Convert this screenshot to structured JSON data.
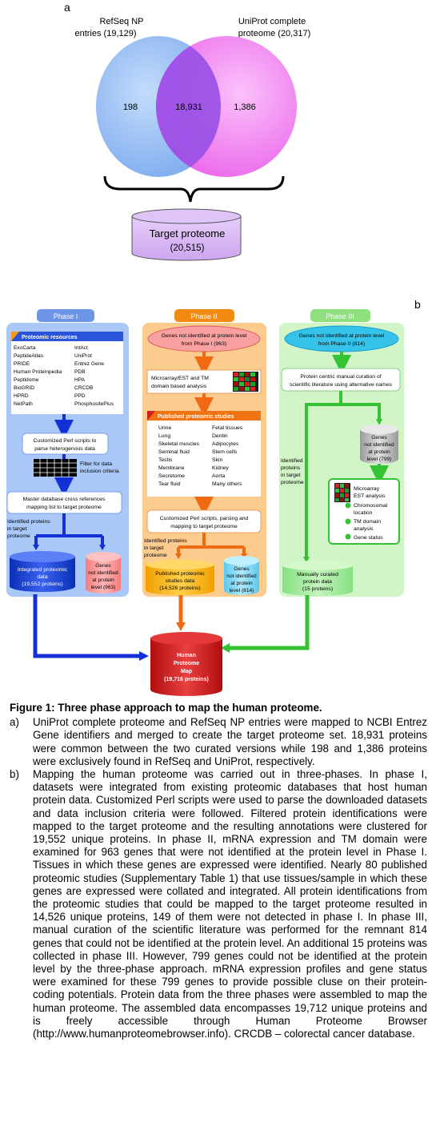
{
  "panel_a": {
    "label": "a",
    "left_set": {
      "line1": "RefSeq NP",
      "line2": "entries (19,129)",
      "exclusive": "198"
    },
    "right_set": {
      "line1": "UniProt complete",
      "line2": "proteome (20,317)",
      "exclusive": "1,386"
    },
    "overlap": "18,931",
    "target": {
      "line1": "Target proteome",
      "line2": "(20,515)"
    },
    "colors": {
      "left": "#8fb8f2",
      "right": "#f07af0",
      "overlap": "#a056e8",
      "target": "#d9b8f2"
    }
  },
  "panel_b": {
    "label": "b",
    "phase1": {
      "title": "Phase I",
      "resources_title": "Proteomic resources",
      "resources_col1": [
        "ExoCarta",
        "PeptideAtlas",
        "PRIDE",
        "Human Proteinpedia",
        "Peptidome",
        "BioGRID",
        "HPRD",
        "NetPath"
      ],
      "resources_col2": [
        "IntAct",
        "UniProt",
        "Entrez Gene",
        "PDB",
        "HPA",
        "CRCDB",
        "PPD",
        "PhosphositePlus"
      ],
      "step1": [
        "Customized Perl scripts to",
        "parse heterogenous data"
      ],
      "filter": [
        "Filter for data",
        "inclusion criteria"
      ],
      "step2": [
        "Master database cross references",
        "mapping list to target proteome"
      ],
      "identified": [
        "Identified proteins",
        "in target",
        "proteome"
      ],
      "db": [
        "Integrated proteomic",
        "data",
        "(19,552 proteins)"
      ],
      "genes": [
        "Genes",
        "not identified",
        "at protein",
        "level (963)"
      ]
    },
    "phase2": {
      "title": "Phase II",
      "top": [
        "Genes not identified at protein level",
        "from Phase I (963)"
      ],
      "step1": [
        "Microarray/EST and TM",
        "domain based analysis"
      ],
      "studies_title": "Published proteomic studies",
      "studies_col1": [
        "Urine",
        "Lung",
        "Skeletal muscles",
        "Seminal fluid",
        "Testis",
        "Membrane",
        "Secretome",
        "Tear fluid"
      ],
      "studies_col2": [
        "Fetal tissues",
        "Dentin",
        "Adipocytes",
        "Stem cells",
        "Skin",
        "Kidney",
        "Aorta",
        "Many others"
      ],
      "step2": [
        "Customized Perl scripts, parsing and",
        "mapping to target proteome"
      ],
      "identified": [
        "Identified proteins",
        "in target",
        "proteome"
      ],
      "db": [
        "Published proteomic",
        "studies data",
        "(14,526 proteins)"
      ],
      "genes": [
        "Genes",
        "not identified",
        "at protein",
        "level (814)"
      ]
    },
    "phase3": {
      "title": "Phase III",
      "top": [
        "Genes not identified at protein level",
        "from Phase II (814)"
      ],
      "step1": [
        "Protein centric manual curation of",
        "scientific literature using alternative names"
      ],
      "genes": [
        "Genes",
        "not identified",
        "at protein",
        "level (799)"
      ],
      "identified": [
        "Identified",
        "proteins",
        "in target",
        "proteome"
      ],
      "analysis": [
        {
          "text": [
            "Microarray",
            "EST analysis"
          ]
        },
        {
          "text": [
            "Chromosomal",
            "location"
          ]
        },
        {
          "text": [
            "TM domain",
            "analysis"
          ]
        },
        {
          "text": [
            "Gene status"
          ]
        }
      ],
      "db": [
        "Manually curated",
        "protein data",
        "(15 proteins)"
      ]
    },
    "final": [
      "Human",
      "Proteome",
      "Map",
      "(19,716 proteins)"
    ]
  },
  "caption": {
    "title": "Figure 1: Three phase approach to map the human proteome.",
    "items": [
      {
        "label": "a)",
        "text": "UniProt complete proteome and RefSeq NP entries were mapped to NCBI Entrez Gene identifiers and merged to create the target proteome set. 18,931 proteins were common between the two curated versions while 198 and 1,386 proteins were exclusively found in RefSeq and UniProt, respectively."
      },
      {
        "label": "b)",
        "text": "Mapping the human proteome was carried out in three-phases. In phase I, datasets were integrated from existing proteomic databases that host human protein data. Customized Perl scripts were used to parse the downloaded datasets and data inclusion criteria were followed. Filtered protein identifications were mapped to the target proteome and the resulting annotations were clustered for 19,552 unique proteins. In phase II, mRNA expression and TM domain were examined for 963 genes that were not identified at the protein level in Phase I. Tissues in which these genes are expressed were identified. Nearly 80 published proteomic studies (Supplementary Table 1) that use tissues/sample in which these genes are expressed were collated and integrated. All protein identifications from the proteomic studies that could be mapped to the target proteome resulted in 14,526 unique proteins, 149 of them were not detected in phase I. In phase III, manual curation of the scientific literature was performed for the remnant 814 genes that could not be identified at the protein level. An additional 15 proteins was collected in phase III. However, 799 genes could not be identified at the protein level by the three-phase approach. mRNA expression profiles and gene status were examined for these 799 genes to provide possible cluse on their protein-coding potentials. Protein data from the three phases were assembled to map the human proteome. The assembled data encompasses 19,712 unique proteins and is freely accessible through Human Proteome Browser (http://www.humanproteomebrowser.info). CRCDB – colorectal cancer database."
      }
    ]
  }
}
